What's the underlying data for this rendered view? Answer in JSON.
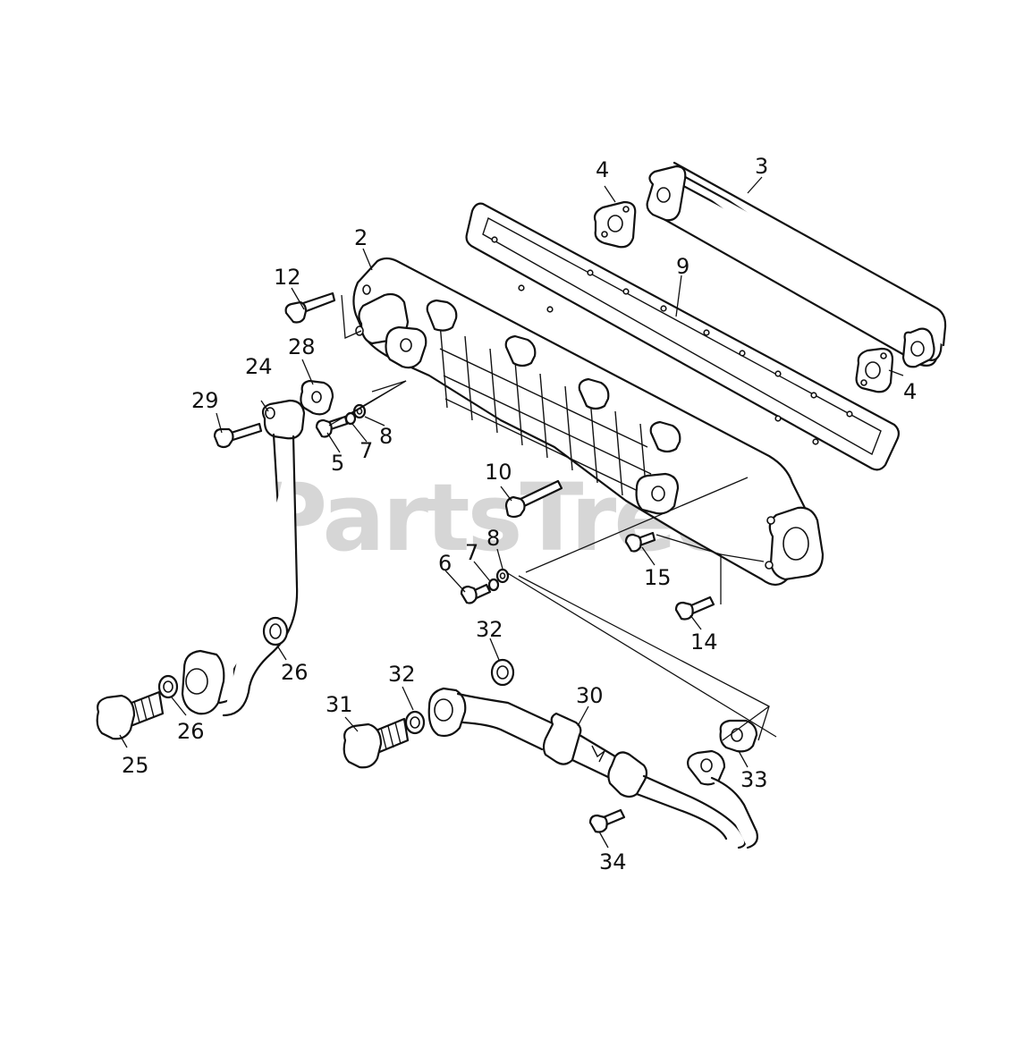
{
  "watermark": "PartsTree",
  "callouts": {
    "c2": "2",
    "c3": "3",
    "c4a": "4",
    "c4b": "4",
    "c5": "5",
    "c6": "6",
    "c7a": "7",
    "c7b": "7",
    "c8a": "8",
    "c8b": "8",
    "c9": "9",
    "c10": "10",
    "c12": "12",
    "c14": "14",
    "c15": "15",
    "c24": "24",
    "c25": "25",
    "c26a": "26",
    "c26b": "26",
    "c28": "28",
    "c29": "29",
    "c30": "30",
    "c31": "31",
    "c32a": "32",
    "c32b": "32",
    "c33": "33",
    "c34": "34"
  },
  "colors": {
    "line": "#111111",
    "background": "#ffffff",
    "watermark": "#c9c9c9"
  }
}
